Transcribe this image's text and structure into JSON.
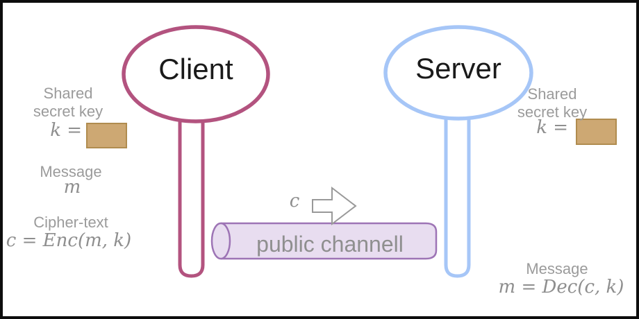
{
  "client": {
    "label": "Client"
  },
  "server": {
    "label": "Server"
  },
  "channel": {
    "label": "public channell",
    "transit_symbol": "c"
  },
  "left_annotations": {
    "shared_key_line1": "Shared",
    "shared_key_line2": "secret key",
    "key_equation": "k =",
    "message_label": "Message",
    "message_symbol": "m",
    "ciphertext_label": "Cipher-text",
    "ciphertext_equation": "c = Enc(m, k)"
  },
  "right_annotations": {
    "shared_key_line1": "Shared",
    "shared_key_line2": "secret key",
    "key_equation": "k =",
    "message_label": "Message",
    "message_equation": "m = Dec(c, k)"
  },
  "colors": {
    "client_stroke": "#b3537f",
    "server_stroke": "#a6c6f7",
    "channel_fill": "#e8ddf0",
    "channel_stroke": "#9d74b5",
    "key_fill": "#cda873",
    "key_stroke": "#b08c4f",
    "arrow_stroke": "#999999",
    "label_gray": "#9b9b9b",
    "math_gray": "#8e8e8e",
    "node_text": "#1a1a1a"
  }
}
